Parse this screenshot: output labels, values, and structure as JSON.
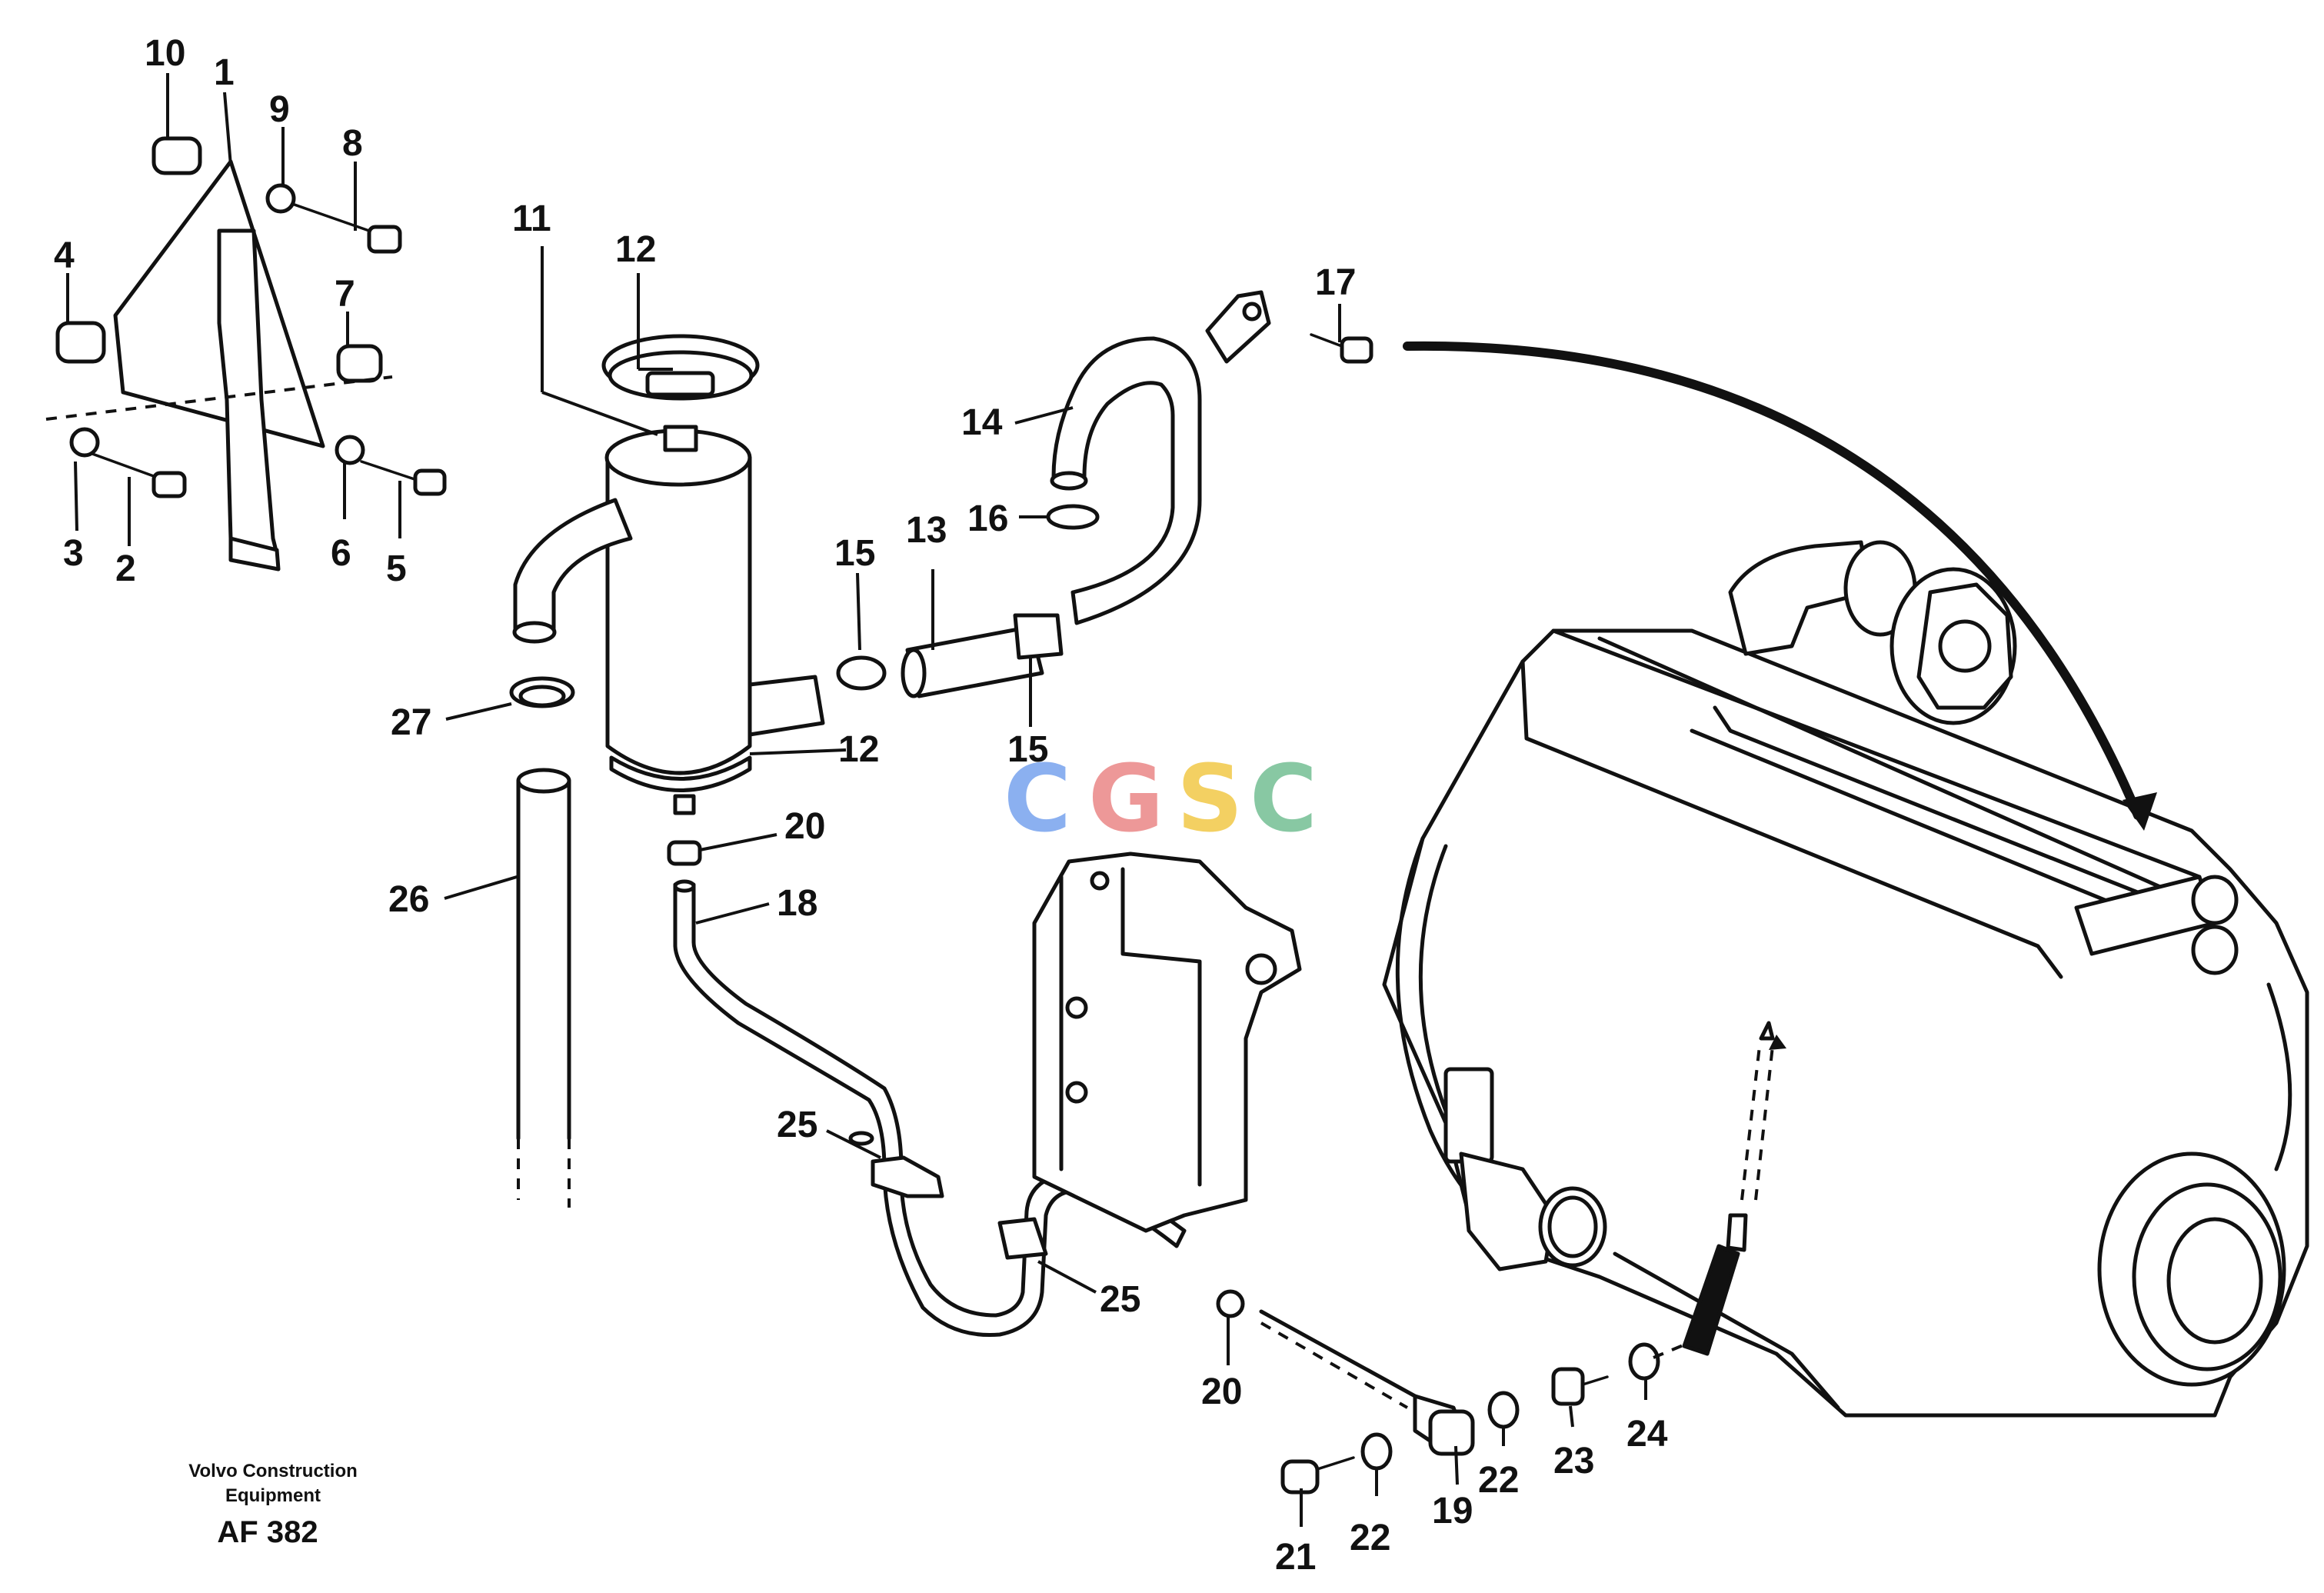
{
  "footer": {
    "company_line1": "Volvo Construction",
    "company_line2": "Equipment",
    "drawing_code": "AF 382"
  },
  "watermark": {
    "letters": [
      "C",
      "G",
      "S",
      "C"
    ],
    "colors": [
      "#7fa8ef",
      "#ec8d8d",
      "#f2cc52",
      "#7cc39a"
    ]
  },
  "callouts": [
    "1",
    "2",
    "3",
    "4",
    "5",
    "6",
    "7",
    "8",
    "9",
    "10",
    "11",
    "12",
    "12",
    "13",
    "14",
    "15",
    "15",
    "16",
    "17",
    "18",
    "19",
    "20",
    "20",
    "21",
    "22",
    "22",
    "23",
    "24",
    "25",
    "25",
    "26",
    "27"
  ]
}
